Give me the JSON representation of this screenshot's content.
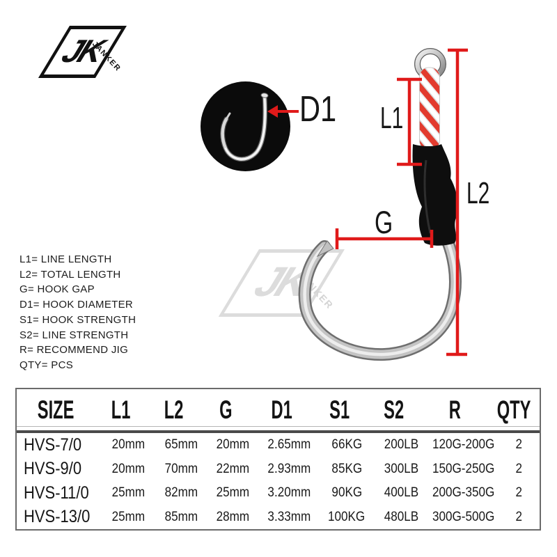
{
  "brand": {
    "name": "JK",
    "sub": "JANKER"
  },
  "legend": {
    "items": [
      "L1= LINE LENGTH",
      "L2= TOTAL LENGTH",
      "G= HOOK GAP",
      "D1= HOOK DIAMETER",
      "S1= HOOK STRENGTH",
      "S2= LINE STRENGTH",
      "R= RECOMMEND JIG",
      "QTY= PCS"
    ]
  },
  "diagram": {
    "labels": {
      "l1": "L1",
      "l2": "L2",
      "g": "G",
      "d1": "D1"
    },
    "colors": {
      "measure_red": "#e01a1a",
      "tube_black": "#0e0e0e",
      "hook_silver": "#c4c4c4",
      "braid_red": "#e23b2e"
    }
  },
  "table": {
    "headers": [
      "SIZE",
      "L1",
      "L2",
      "G",
      "D1",
      "S1",
      "S2",
      "R",
      "QTY"
    ],
    "rows": [
      [
        "HVS-7/0",
        "20mm",
        "65mm",
        "20mm",
        "2.65mm",
        "66KG",
        "200LB",
        "120G-200G",
        "2"
      ],
      [
        "HVS-9/0",
        "20mm",
        "70mm",
        "22mm",
        "2.93mm",
        "85KG",
        "300LB",
        "150G-250G",
        "2"
      ],
      [
        "HVS-11/0",
        "25mm",
        "82mm",
        "25mm",
        "3.20mm",
        "90KG",
        "400LB",
        "200G-350G",
        "2"
      ],
      [
        "HVS-13/0",
        "25mm",
        "85mm",
        "28mm",
        "3.33mm",
        "100KG",
        "480LB",
        "300G-500G",
        "2"
      ]
    ]
  }
}
